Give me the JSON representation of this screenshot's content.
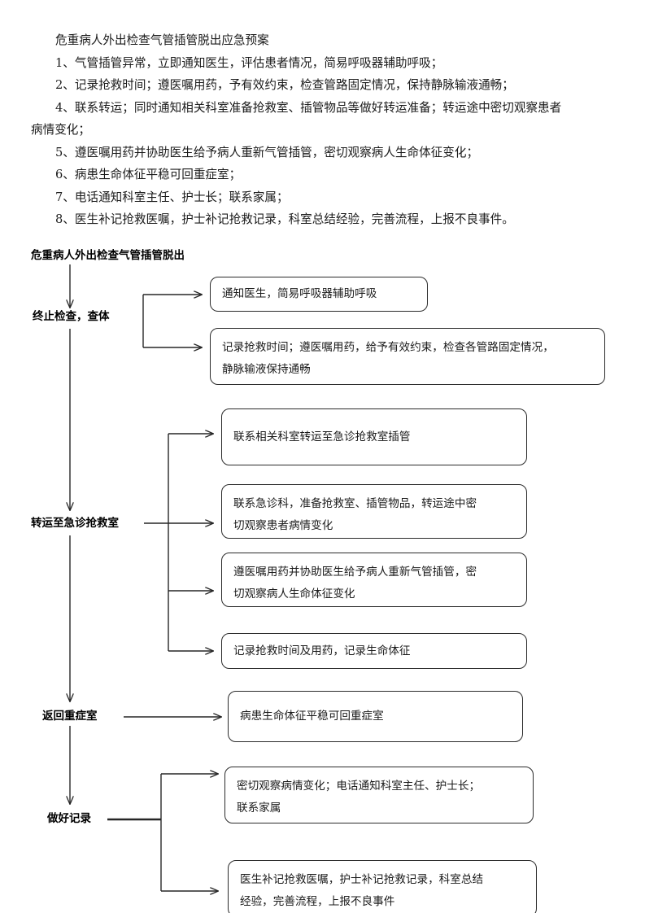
{
  "document": {
    "title": "危重病人外出检查气管插管脱出应急预案",
    "paragraphs": [
      "1、气管插管异常，立即通知医生，评估患者情况，简易呼吸器辅助呼吸；",
      "2、记录抢救时间；遵医嘱用药，予有效约束，检查管路固定情况，保持静脉输液通畅；",
      "4、联系转运；同时通知相关科室准备抢救室、插管物品等做好转运准备；转运途中密切观察患者",
      "病情变化；",
      "5、遵医嘱用药并协助医生给予病人重新气管插管，密切观察病人生命体征变化；",
      "6、病患生命体征平稳可回重症室；",
      "7、电话通知科室主任、护士长；联系家属；",
      "8、医生补记抢救医嘱，护士补记抢救记录，科室总结经验，完善流程，上报不良事件。"
    ]
  },
  "flowchart": {
    "heading": "危重病人外出检查气管插管脱出",
    "stages": [
      {
        "label": "终止检查，查体"
      },
      {
        "label": "转运至急诊抢救室"
      },
      {
        "label": "返回重症室"
      },
      {
        "label": "做好记录"
      }
    ],
    "boxes": [
      {
        "text": "通知医生，简易呼吸器辅助呼吸"
      },
      {
        "text": "记录抢救时间；遵医嘱用药，给予有效约束，检查各管路固定情况，\n静脉输液保持通畅"
      },
      {
        "text": "联系相关科室转运至急诊抢救室插管"
      },
      {
        "text": "联系急诊科，准备抢救室、插管物品，转运途中密\n切观察患者病情变化"
      },
      {
        "text": "遵医嘱用药并协助医生给予病人重新气管插管，密\n切观察病人生命体征变化"
      },
      {
        "text": "记录抢救时间及用药，记录生命体征"
      },
      {
        "text": "病患生命体征平稳可回重症室"
      },
      {
        "text": "密切观察病情变化；电话通知科室主任、护士长；\n联系家属"
      },
      {
        "text": "医生补记抢救医嘱，护士补记抢救记录，科室总结\n经验，完善流程，上报不良事件"
      }
    ]
  },
  "colors": {
    "text": "#1a1a1a",
    "stroke": "#262626",
    "background": "#ffffff"
  }
}
